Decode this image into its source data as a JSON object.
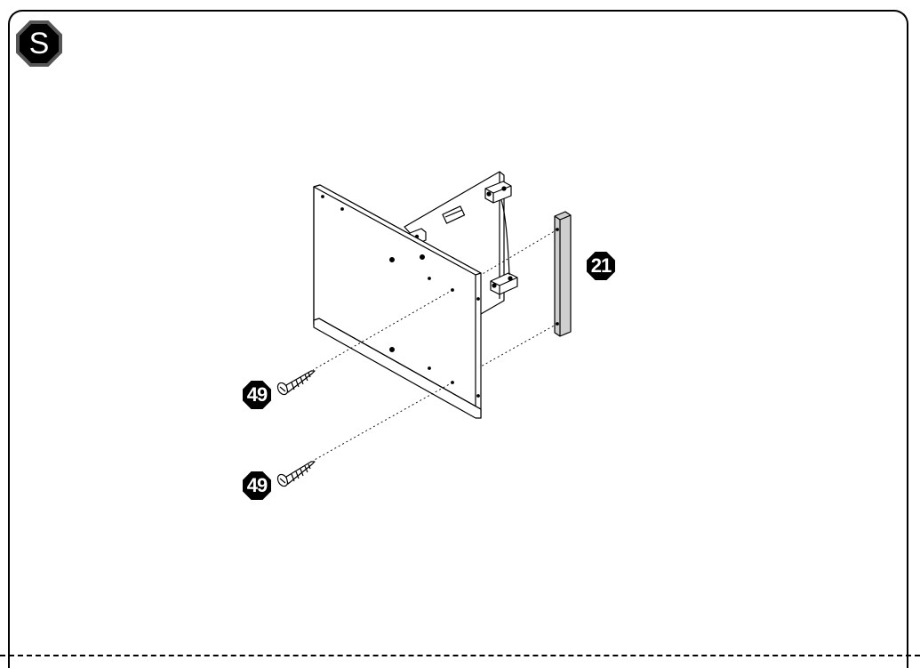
{
  "step": {
    "letter": "S"
  },
  "parts": [
    {
      "id": "21",
      "label": "21"
    },
    {
      "id": "49",
      "label": "49"
    },
    {
      "id": "49",
      "label": "49"
    }
  ]
}
